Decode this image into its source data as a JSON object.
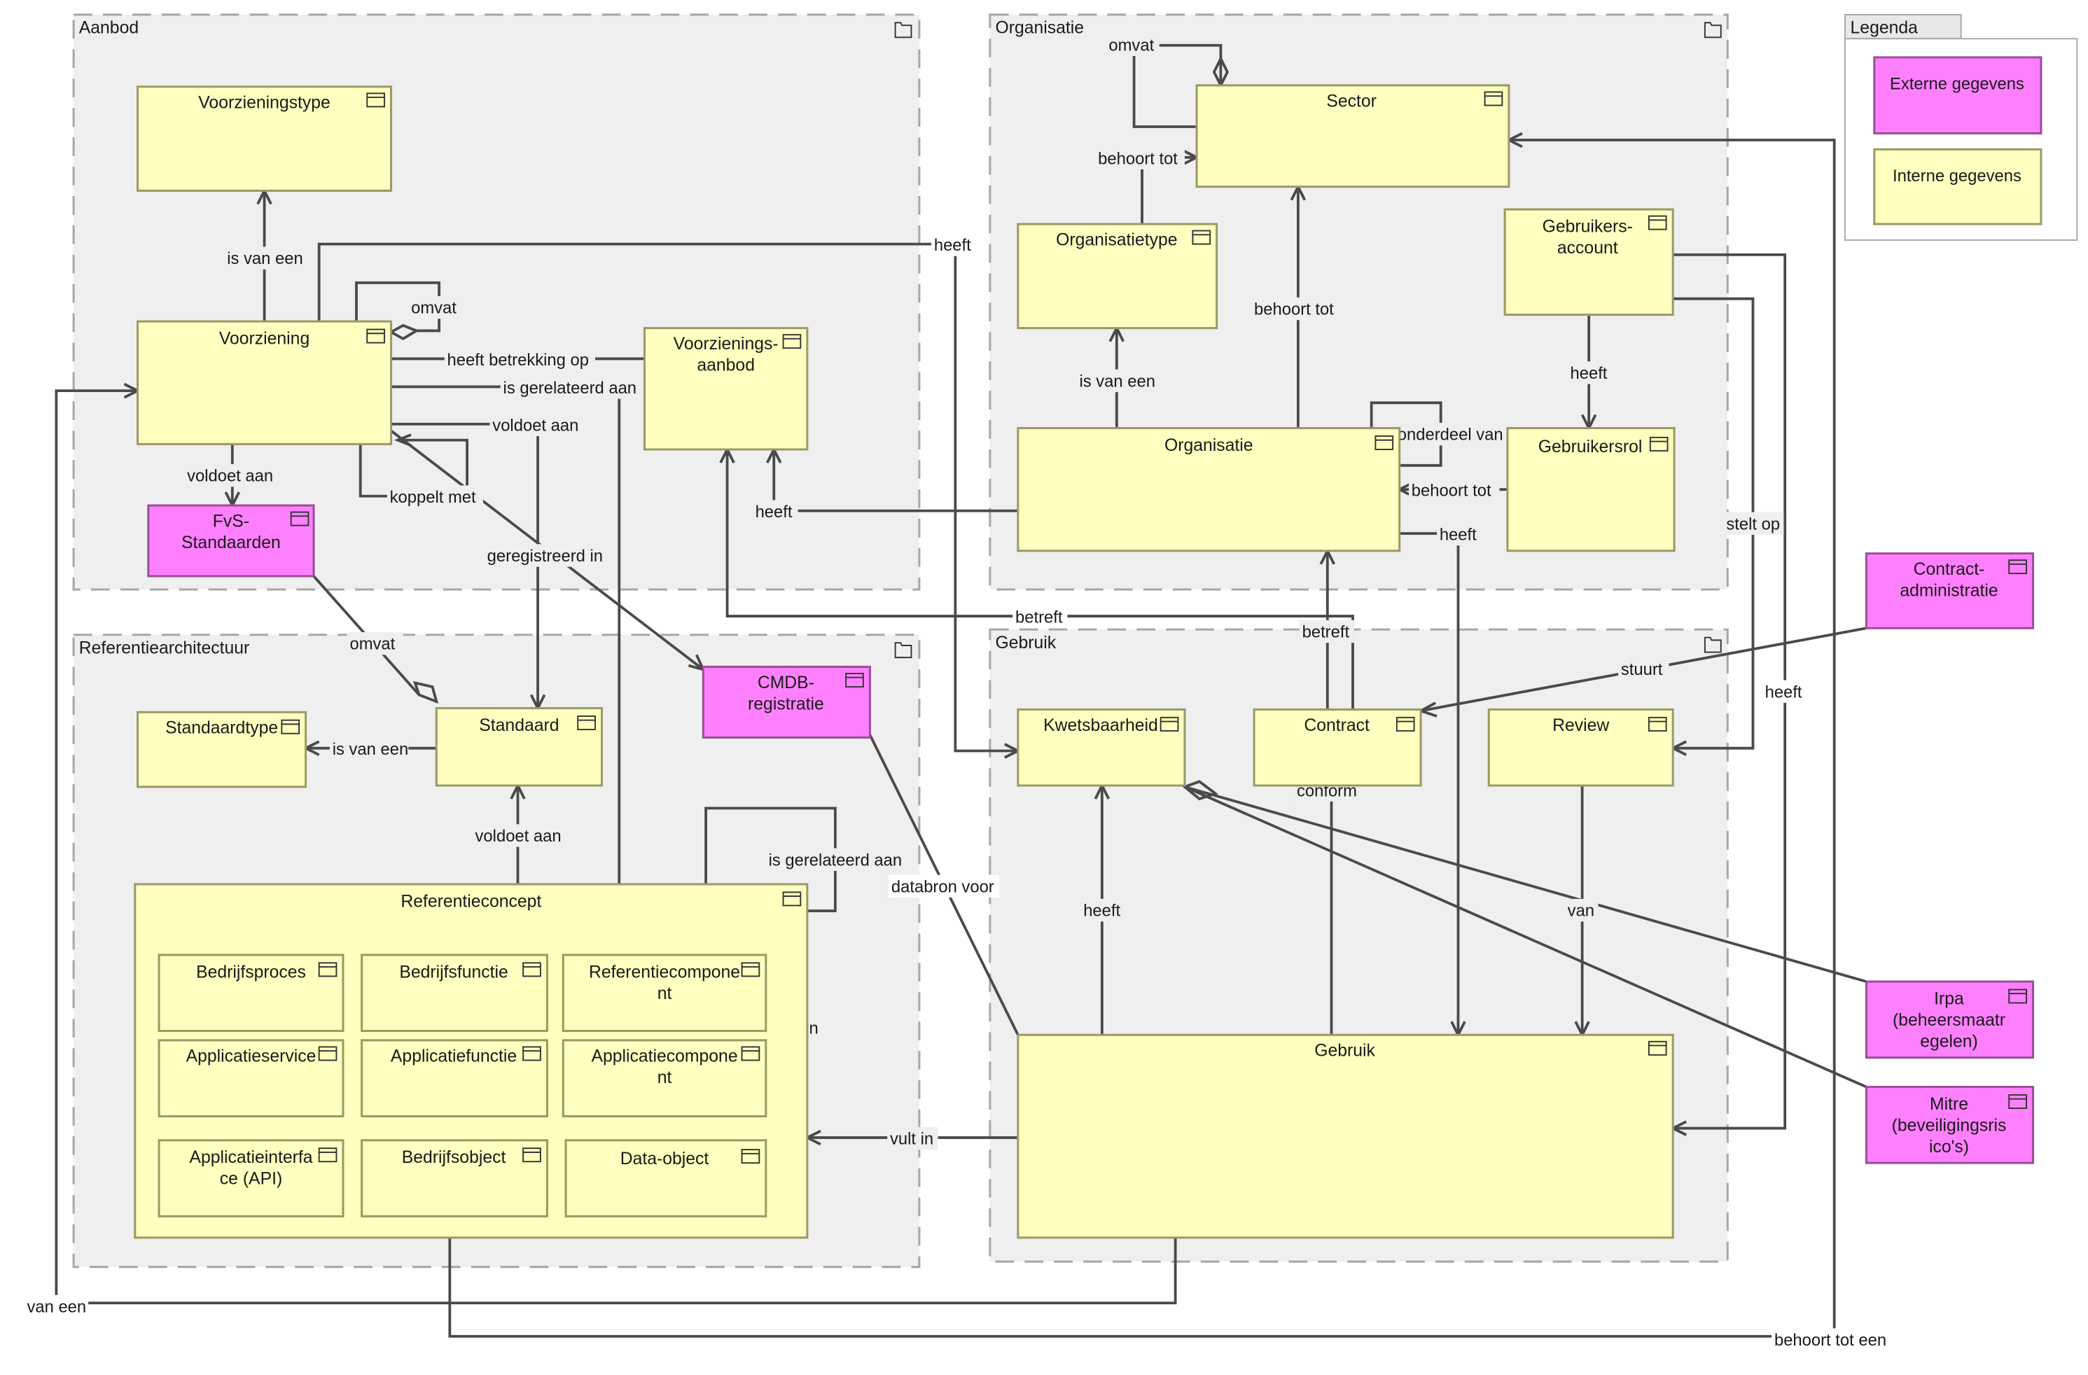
{
  "groups": {
    "aanbod": "Aanbod",
    "organisatie": "Organisatie",
    "referentiearchitectuur": "Referentiearchitectuur",
    "gebruik": "Gebruik",
    "legenda": "Legenda"
  },
  "legend": {
    "external": "Externe gegevens",
    "internal": "Interne gegevens"
  },
  "colors": {
    "internal": "#ffffbf",
    "external": "#ff80ff",
    "group": "#efefef"
  },
  "icon_name": "class-icon",
  "entities": {
    "voorzieningstype": "Voorzieningstype",
    "voorziening": "Voorziening",
    "voorzieningsaanbod_1": "Voorzienings-",
    "voorzieningsaanbod_2": "aanbod",
    "fvs_1": "FvS-",
    "fvs_2": "Standaarden",
    "sector": "Sector",
    "organisatietype": "Organisatietype",
    "gebruikersaccount_1": "Gebruikers-",
    "gebruikersaccount_2": "account",
    "organisatie": "Organisatie",
    "gebruikersrol": "Gebruikersrol",
    "contractadmin_1": "Contract-",
    "contractadmin_2": "administratie",
    "standaardtype": "Standaardtype",
    "standaard": "Standaard",
    "cmdb_1": "CMDB-",
    "cmdb_2": "registratie",
    "kwetsbaarheid": "Kwetsbaarheid",
    "contract": "Contract",
    "review": "Review",
    "referentieconcept": "Referentieconcept",
    "bedrijfsproces": "Bedrijfsproces",
    "bedrijfsfunctie": "Bedrijfsfunctie",
    "referentiecomponent_1": "Referentiecompone",
    "referentiecomponent_2": "nt",
    "applicatieservice": "Applicatieservice",
    "applicatiefunctie": "Applicatiefunctie",
    "applicatiecomponent_1": "Applicatiecompone",
    "applicatiecomponent_2": "nt",
    "applicatieinterface_1": "Applicatieinterfa",
    "applicatieinterface_2": "ce (API)",
    "bedrijfsobject": "Bedrijfsobject",
    "dataobject": "Data-object",
    "gebruik": "Gebruik",
    "irpa_1": "Irpa",
    "irpa_2": "(beheersmaatr",
    "irpa_3": "egelen)",
    "mitre_1": "Mitre",
    "mitre_2": "(beveiligingsris",
    "mitre_3": "ico's)"
  },
  "relations": {
    "is_van_een_voorziening": "is van een",
    "omvat_voorziening": "omvat",
    "heeft_betrekking_op": "heeft betrekking op",
    "is_gerelateerd_aan_voorziening": "is gerelateerd aan",
    "voldoet_aan_standaard": "voldoet aan",
    "voldoet_aan_fvs": "voldoet aan",
    "koppelt_met": "koppelt met",
    "geregistreerd_in": "geregistreerd in",
    "heeft_kwetsbaarheid": "heeft",
    "omvat_fvs": "omvat",
    "is_van_een_standaardtype": "is van een",
    "voldoet_aan_referentieconcept": "voldoet aan",
    "is_gerelateerd_aan_referentieconcept": "is gerelateerd aan",
    "is_een": "is een",
    "databron_voor": "databron voor",
    "vult_in": "vult in",
    "van_een": "van een",
    "behoort_tot_een": "behoort tot een",
    "omvat_sector": "omvat",
    "behoort_tot_orgtype": "behoort tot",
    "behoort_tot_sector": "behoort tot",
    "is_van_een_orgtype": "is van een",
    "is_onderdeel_van": "is onderdeel van",
    "behoort_tot_gebruikersrol": "behoort tot",
    "heeft_gebruik": "heeft",
    "heeft_gebruikersrol": "heeft",
    "stelt_op": "stelt op",
    "heeft_account_gebruik": "heeft",
    "heeft_aanbod": "heeft",
    "betreft_aanbod": "betreft",
    "betreft_contract": "betreft",
    "stuurt": "stuurt",
    "conform": "conform",
    "heeft_gebruik_kwetsbaarheid": "heeft",
    "van_review": "van"
  }
}
